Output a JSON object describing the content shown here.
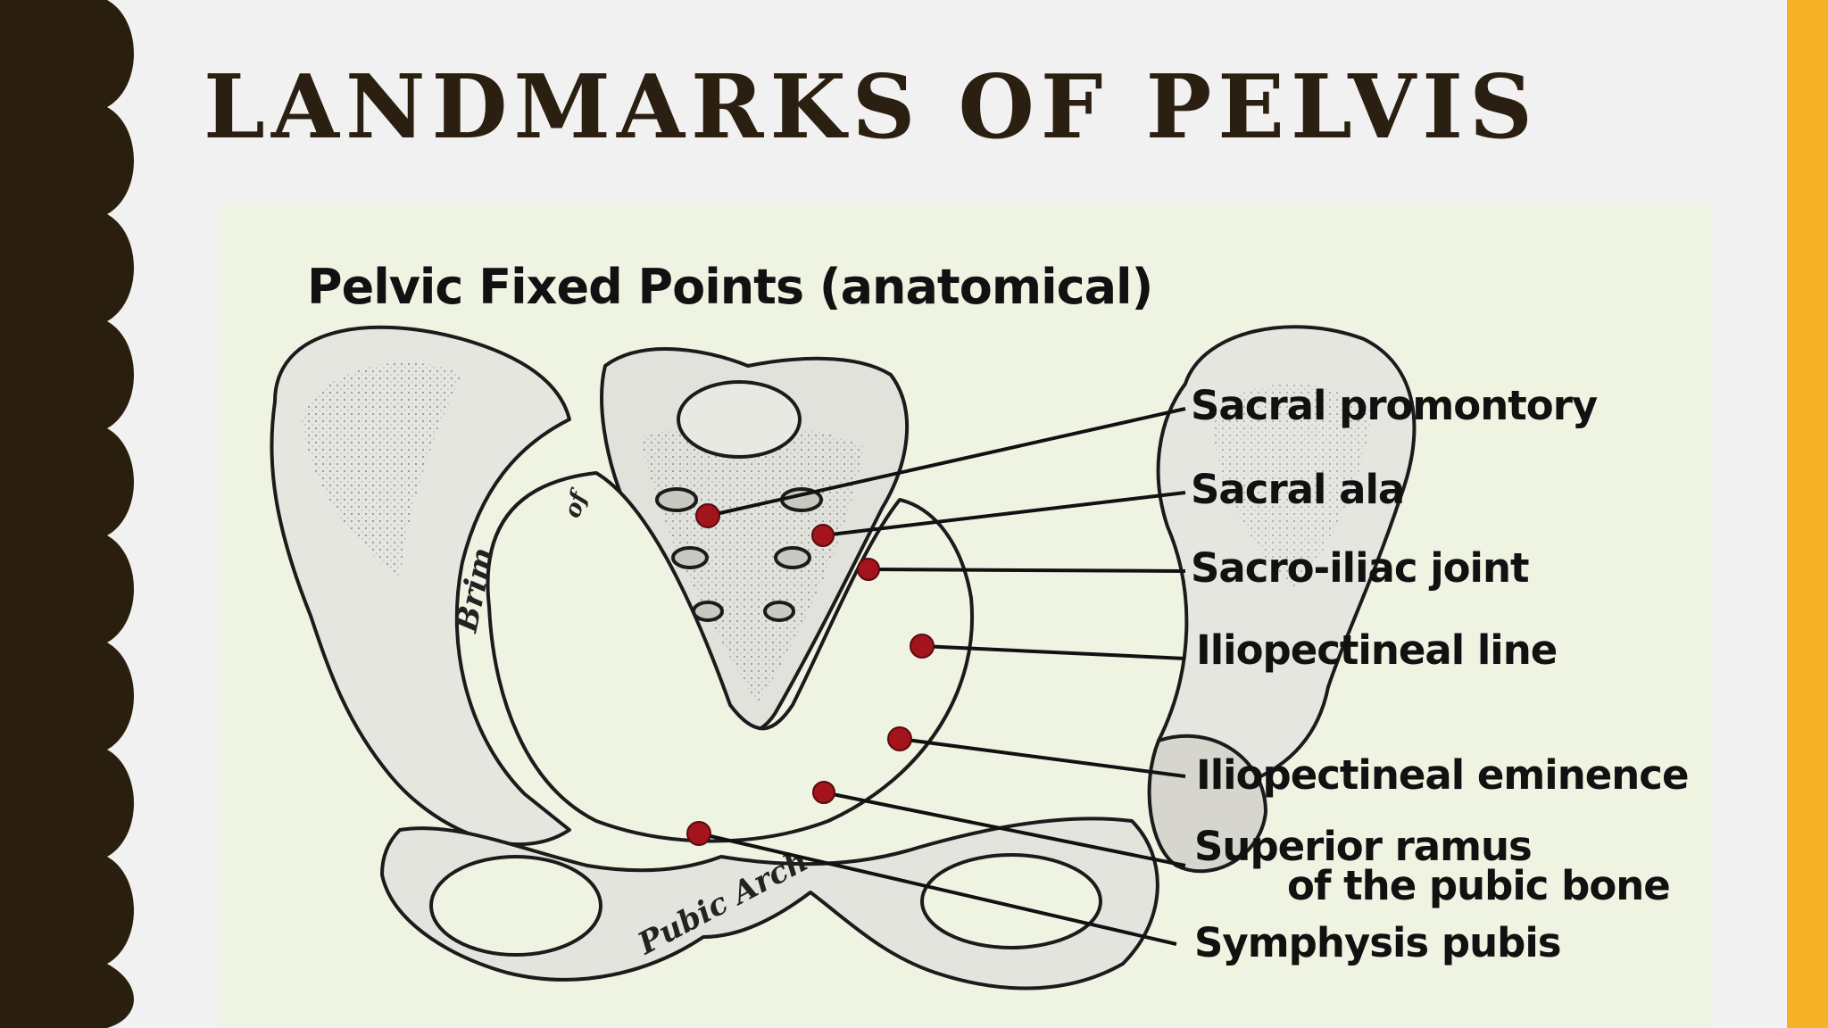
{
  "slide": {
    "title": "LANDMARKS OF PELVIS",
    "colors": {
      "left_band": "#2a1f0e",
      "right_band": "#f5b227",
      "background": "#f1f1f1",
      "panel": "#eef3e2",
      "marker": "#a3141c"
    }
  },
  "figure": {
    "title": "Pelvic Fixed Points (anatomical)",
    "labels": [
      {
        "text": "Sacral promontory"
      },
      {
        "text": "Sacral ala"
      },
      {
        "text": "Sacro-iliac joint"
      },
      {
        "text": "Iliopectineal line"
      },
      {
        "text": "Iliopectineal eminence"
      },
      {
        "text": "Superior ramus",
        "line2": "of the pubic bone"
      },
      {
        "text": "Symphysis pubis"
      }
    ],
    "bone_text": {
      "brim": "Brim",
      "pubic_arch": "Pubic Arch",
      "of": "of"
    }
  }
}
